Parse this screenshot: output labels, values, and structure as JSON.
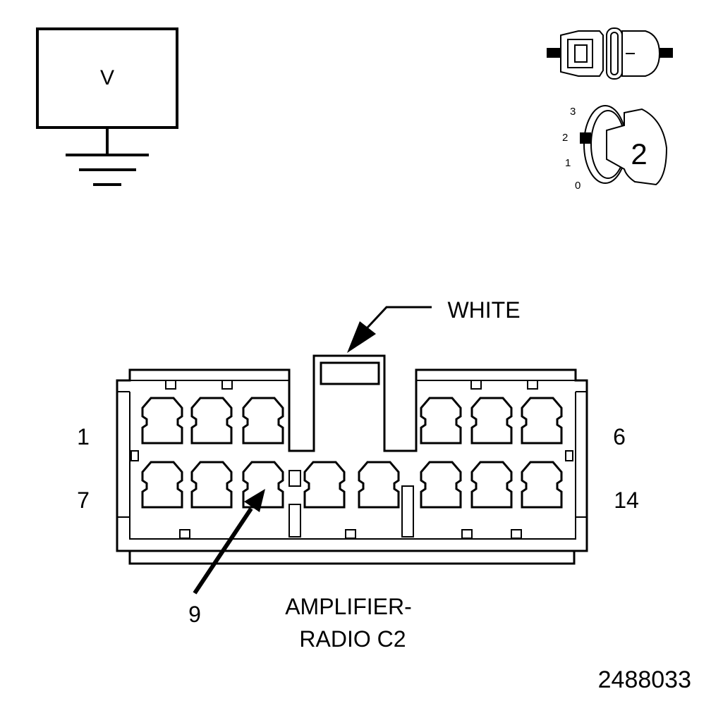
{
  "voltmeter": {
    "symbol": "V"
  },
  "key_switch": {
    "positions": [
      "3",
      "2",
      "1",
      "0"
    ],
    "selected": "2"
  },
  "connector": {
    "color_label": "WHITE",
    "pin_labels": {
      "top_left": "1",
      "top_right": "6",
      "bottom_left": "7",
      "bottom_right": "14"
    },
    "callout_pin": "9",
    "name_line1": "AMPLIFIER-",
    "name_line2": "RADIO C2"
  },
  "figure_id": "2488033"
}
